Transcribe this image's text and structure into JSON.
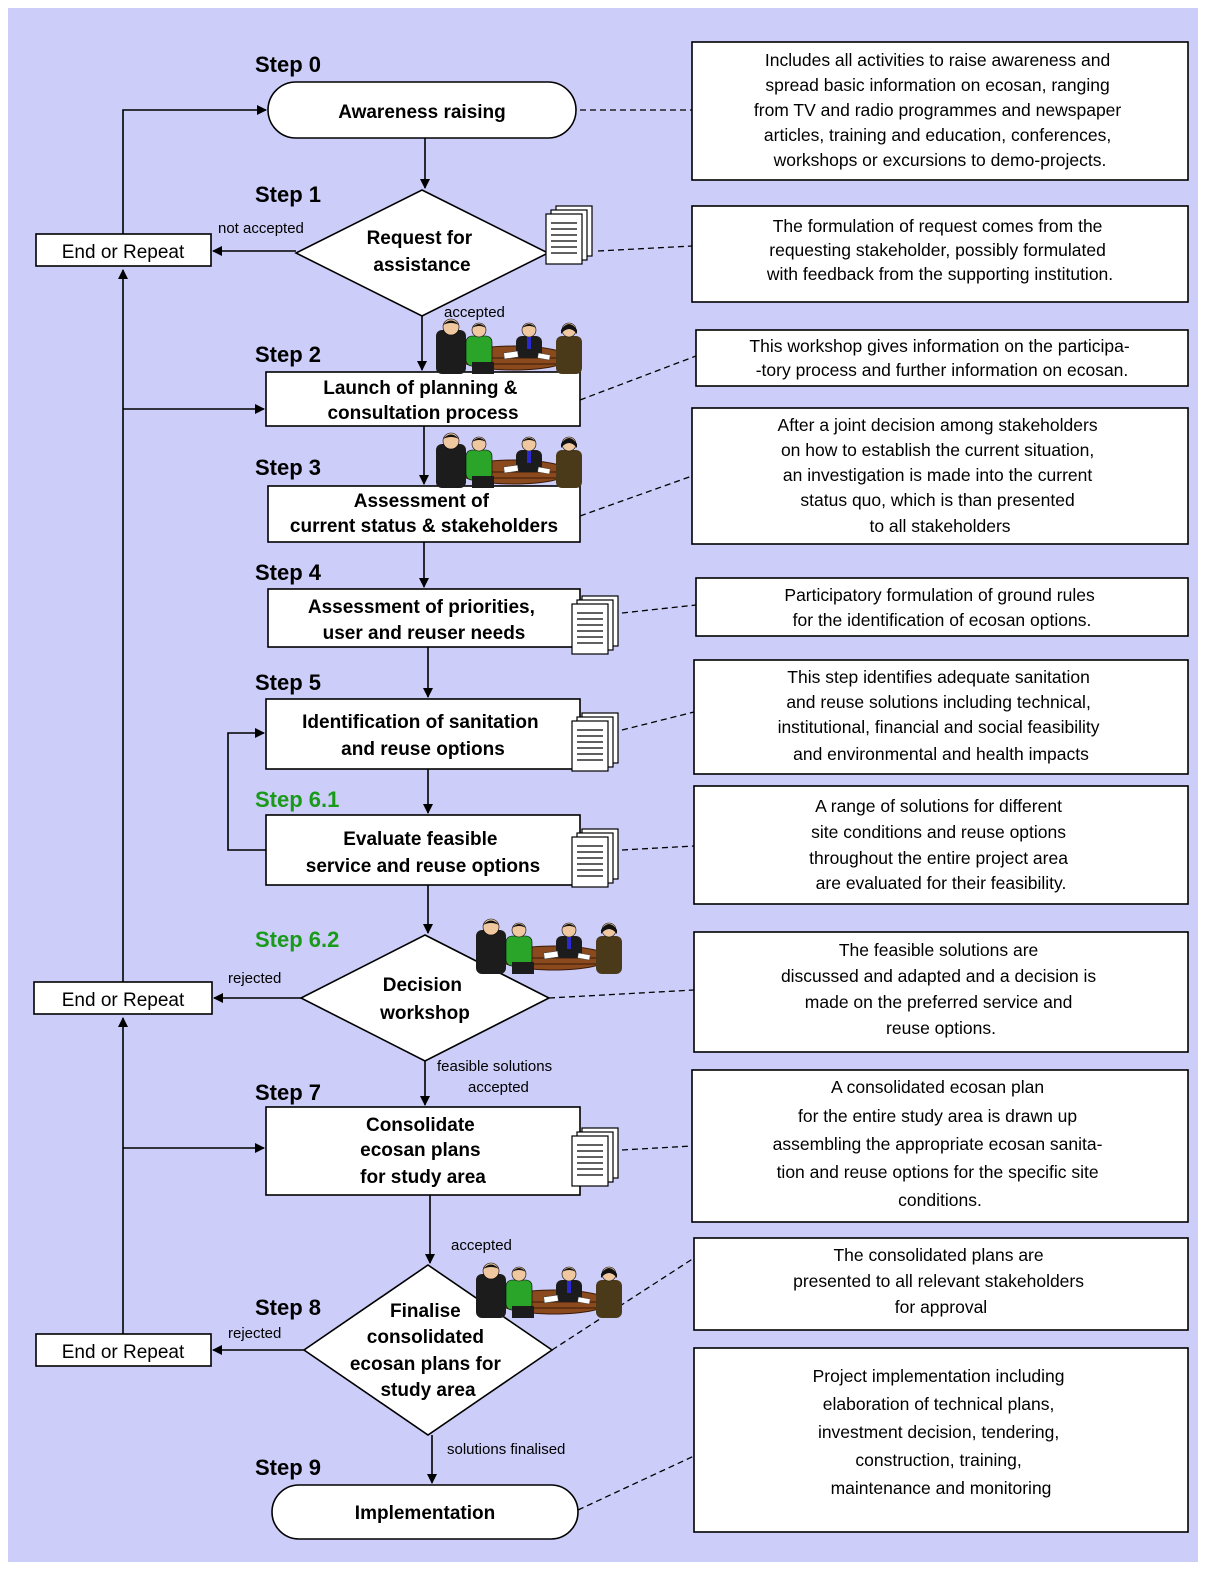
{
  "steps": {
    "s0": "Step 0",
    "s1": "Step 1",
    "s2": "Step 2",
    "s3": "Step 3",
    "s4": "Step 4",
    "s5": "Step 5",
    "s61": "Step 6.1",
    "s62": "Step 6.2",
    "s7": "Step 7",
    "s8": "Step 8",
    "s9": "Step 9"
  },
  "process": {
    "p0": [
      "Awareness raising"
    ],
    "p1": [
      "Request for",
      "assistance"
    ],
    "p2": [
      "Launch of planning &",
      "consultation process"
    ],
    "p3": [
      "Assessment of",
      "current status & stakeholders"
    ],
    "p4": [
      "Assessment of priorities,",
      "user and reuser needs"
    ],
    "p5": [
      "Identification of sanitation",
      "and reuse options"
    ],
    "p61": [
      "Evaluate feasible",
      "service and reuse options"
    ],
    "p62": [
      "Decision",
      "workshop"
    ],
    "p7": [
      "Consolidate",
      "ecosan plans",
      "for study area"
    ],
    "p8": [
      "Finalise",
      "consolidated",
      "ecosan plans for",
      "study area"
    ],
    "p9": [
      "Implementation"
    ]
  },
  "notes": {
    "n0": [
      "Includes all activities to raise awareness and",
      "spread basic information on ecosan, ranging",
      "from  TV and radio programmes and newspaper",
      "articles, training and education, conferences,",
      "workshops or excursions to demo-projects."
    ],
    "n1": [
      "The formulation of request comes from the",
      "requesting stakeholder, possibly formulated",
      "with feedback from the supporting institution."
    ],
    "n2": [
      "This workshop gives information on the participa-",
      "-tory process and further information on ecosan."
    ],
    "n3": [
      "After a joint decision among stakeholders",
      "on how to establish the current situation,",
      "an investigation is made into the current",
      "status quo, which is than presented",
      "to all stakeholders"
    ],
    "n4": [
      "Participatory formulation of ground rules",
      "for the identification of ecosan options."
    ],
    "n5": [
      "This step identifies adequate sanitation",
      "and reuse solutions including technical,",
      "institutional, financial and social feasibility",
      "and environmental and health impacts"
    ],
    "n61": [
      "A range of solutions for different",
      "site conditions and reuse options",
      "throughout the entire project area",
      "are evaluated for their feasibility."
    ],
    "n62": [
      "The feasible solutions are",
      "discussed and adapted and a decision is",
      "made on the preferred service and",
      "reuse options."
    ],
    "n7": [
      "A consolidated ecosan plan",
      "for the entire study area is drawn up",
      "assembling the appropriate ecosan sanita-",
      "tion and reuse options for the specific site",
      "conditions."
    ],
    "n8": [
      "The consolidated plans are",
      "presented to all relevant stakeholders",
      "for approval"
    ],
    "n9": [
      "Project implementation including",
      "elaboration of technical plans,",
      "investment decision, tendering,",
      "construction, training,",
      "maintenance and monitoring"
    ]
  },
  "end_repeat": "End or Repeat",
  "labels": {
    "not_accepted": "not accepted",
    "accepted": "accepted",
    "rejected": "rejected",
    "feasible": [
      "feasible solutions",
      "accepted"
    ],
    "solutions_finalised": "solutions finalised"
  },
  "colors": {
    "background": "#cccdf8",
    "green_step": "#1a9a1a"
  },
  "icons": [
    "document-stack-icon",
    "meeting-people-icon"
  ]
}
